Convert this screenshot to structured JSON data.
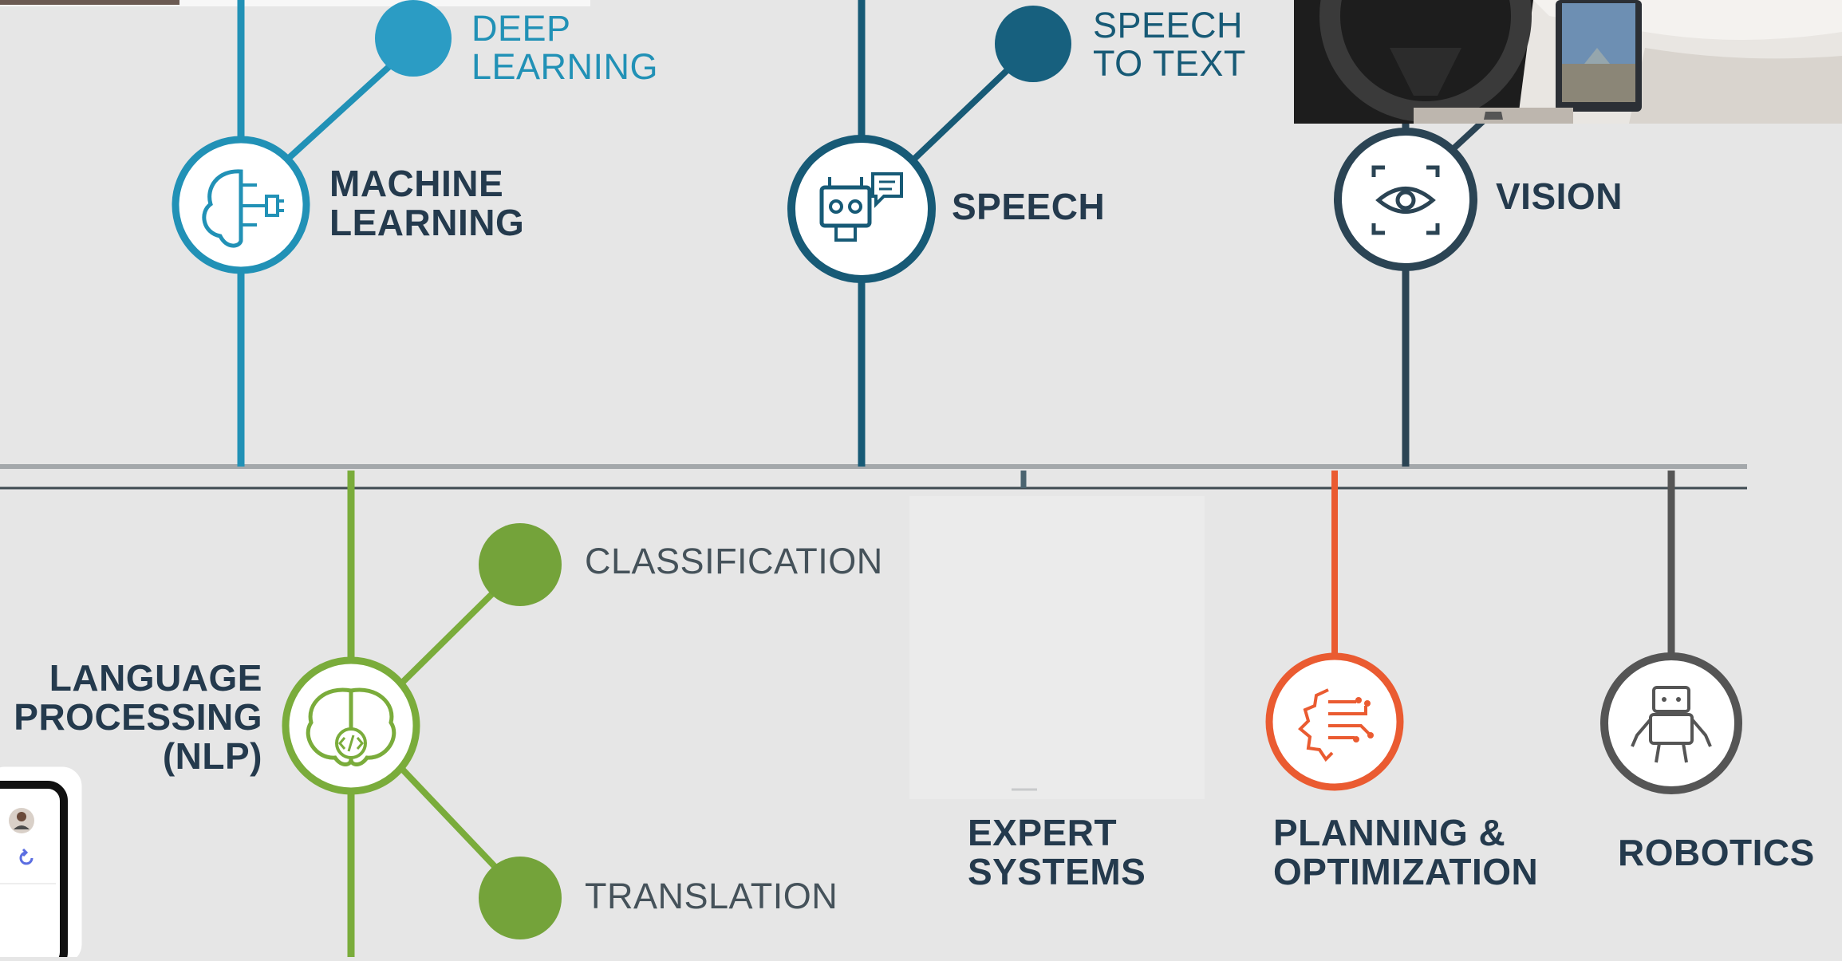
{
  "colors": {
    "background": "#e6e6e6",
    "machine_learning": "#2191b6",
    "deep_learning_dot": "#2b9cc4",
    "speech": "#175a76",
    "speech_to_text_dot": "#17607e",
    "vision": "#2b4454",
    "nlp": "#7aac3b",
    "nlp_dot": "#74a33a",
    "expert_systems": "#4b6470",
    "planning": "#ea5b31",
    "robotics": "#555555",
    "baseline": "#3f4b52",
    "label_text": "#243a4d"
  },
  "nodes": {
    "machine_learning": {
      "label": "MACHINE\nLEARNING",
      "icon": "brain-plug-icon"
    },
    "speech": {
      "label": "SPEECH",
      "icon": "robot-chat-icon"
    },
    "vision": {
      "label": "VISION",
      "icon": "eye-scan-icon"
    },
    "nlp": {
      "label": "LANGUAGE\nPROCESSING\n(NLP)",
      "icon": "brain-code-icon"
    },
    "expert_systems": {
      "label": "EXPERT\nSYSTEMS"
    },
    "planning": {
      "label": "PLANNING &\nOPTIMIZATION",
      "icon": "gear-circuit-icon"
    },
    "robotics": {
      "label": "ROBOTICS",
      "icon": "robot-icon"
    }
  },
  "subnodes": {
    "deep_learning": {
      "label": "DEEP\nLEARNING"
    },
    "speech_to_text": {
      "label": "SPEECH\nTO TEXT"
    },
    "classification": {
      "label": "CLASSIFICATION"
    },
    "translation": {
      "label": "TRANSLATION"
    }
  },
  "overlays": {
    "car_photo": {
      "icon": "car-steering-wheel-photo"
    },
    "phone_widget": {
      "icon": "phone-avatar-icon",
      "refresh_icon": "refresh-icon"
    }
  }
}
